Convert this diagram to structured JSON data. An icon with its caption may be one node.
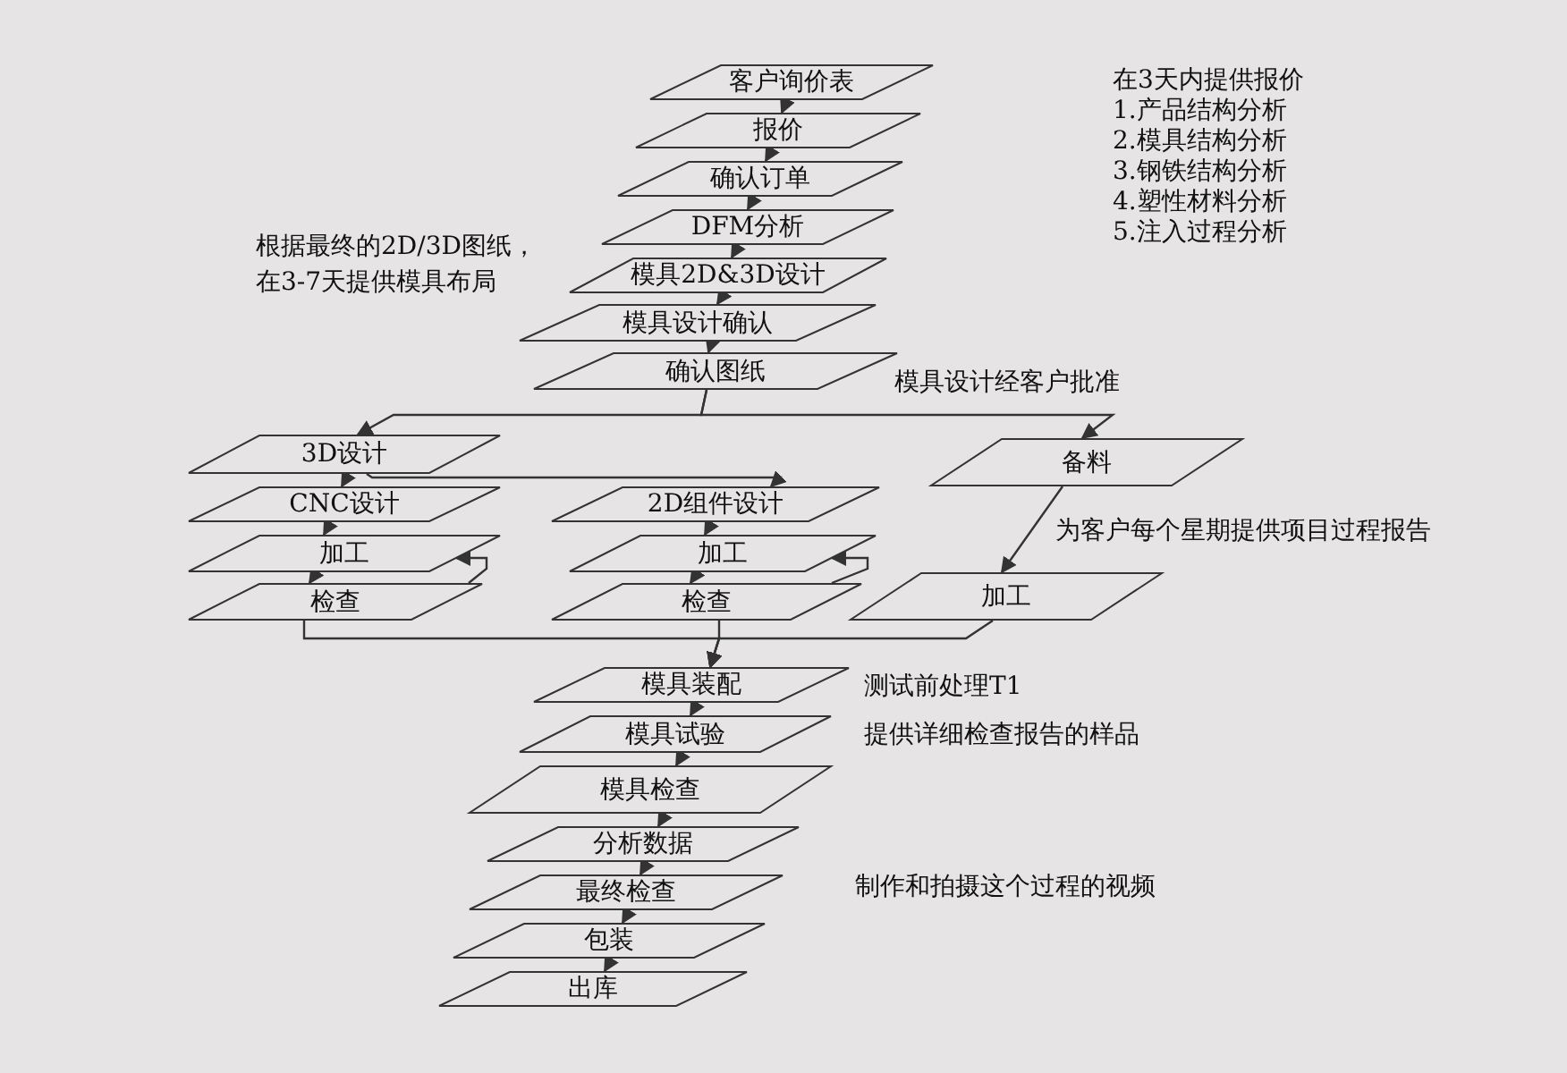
{
  "diagram": {
    "nodes": [
      {
        "text": [
          "客户询价表"
        ]
      },
      {
        "text": [
          "报价"
        ]
      },
      {
        "text": [
          "确认订单"
        ]
      },
      {
        "text": [
          "DFM分析"
        ]
      },
      {
        "text": [
          "模具2D&3D设计"
        ]
      },
      {
        "text": [
          "模具设计确认"
        ]
      },
      {
        "text": [
          "确认图纸"
        ]
      },
      {
        "text": [
          "3D设计"
        ]
      },
      {
        "text": [
          "CNC设计"
        ]
      },
      {
        "text": [
          "加工"
        ]
      },
      {
        "text": [
          "检查"
        ]
      },
      {
        "text": [
          "2D组件设计"
        ]
      },
      {
        "text": [
          "加工"
        ]
      },
      {
        "text": [
          "检查"
        ]
      },
      {
        "text": [
          "备料"
        ]
      },
      {
        "text": [
          "加工"
        ]
      },
      {
        "text": [
          "模具装配"
        ]
      },
      {
        "text": [
          "模具试验"
        ]
      },
      {
        "text": [
          "模具检查"
        ]
      },
      {
        "text": [
          "分析数据"
        ]
      },
      {
        "text": [
          "最终检查"
        ]
      },
      {
        "text": [
          "包装"
        ]
      },
      {
        "text": [
          "出库"
        ]
      }
    ],
    "edges": [
      {
        "from": 0,
        "to": 1,
        "arrow": "to"
      },
      {
        "from": 1,
        "to": 2,
        "arrow": "to"
      },
      {
        "from": 2,
        "to": 3,
        "arrow": "to"
      },
      {
        "from": 3,
        "to": 4,
        "arrow": "to"
      },
      {
        "from": 4,
        "to": 5,
        "arrow": "to"
      },
      {
        "from": 5,
        "to": 6,
        "arrow": "to"
      },
      {
        "from": 6,
        "to": 7,
        "arrow": "to"
      },
      {
        "from": 6,
        "to": 14,
        "arrow": "to"
      },
      {
        "from": 7,
        "to": 8,
        "arrow": "to"
      },
      {
        "from": 7,
        "to": 11,
        "arrow": "to"
      },
      {
        "from": 8,
        "to": 9,
        "arrow": "to"
      },
      {
        "from": 9,
        "to": 10,
        "arrow": "to"
      },
      {
        "from": 10,
        "to": 9,
        "arrow": "to"
      },
      {
        "from": 11,
        "to": 12,
        "arrow": "to"
      },
      {
        "from": 12,
        "to": 13,
        "arrow": "to"
      },
      {
        "from": 13,
        "to": 12,
        "arrow": "to"
      },
      {
        "from": 14,
        "to": 15,
        "arrow": "to"
      },
      {
        "from": 10,
        "to": 16,
        "arrow": "to"
      },
      {
        "from": 13,
        "to": 16,
        "arrow": "to"
      },
      {
        "from": 15,
        "to": 16,
        "arrow": "to"
      },
      {
        "from": 16,
        "to": 17,
        "arrow": "to"
      },
      {
        "from": 17,
        "to": 18,
        "arrow": "to"
      },
      {
        "from": 18,
        "to": 19,
        "arrow": "to"
      },
      {
        "from": 19,
        "to": 20,
        "arrow": "to"
      },
      {
        "from": 20,
        "to": 21,
        "arrow": "to"
      },
      {
        "from": 21,
        "to": 22,
        "arrow": "to"
      }
    ],
    "labels": [
      "在3天内提供报价",
      "1.产品结构分析",
      "2.模具结构分析",
      "3.钢铁结构分析",
      "4.塑性材料分析",
      "5.注入过程分析",
      "根据最终的2D/3D图纸，在3-7天提供模具布局",
      "模具设计经客户批准",
      "为客户每个星期提供项目过程报告",
      "测试前处理T1",
      "提供详细检查报告的样品",
      "制作和拍摄这个过程的视频"
    ]
  }
}
